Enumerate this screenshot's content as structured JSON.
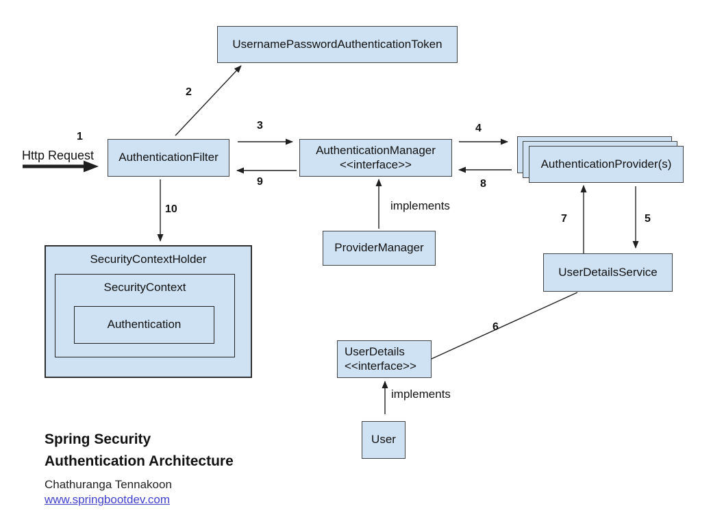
{
  "diagram": {
    "http_request_label": "Http Request",
    "implements_label": "implements",
    "nodes": {
      "token": {
        "label": "UsernamePasswordAuthenticationToken"
      },
      "filter": {
        "label": "AuthenticationFilter"
      },
      "manager": {
        "line1": "AuthenticationManager",
        "line2": "<<interface>>"
      },
      "providers": {
        "label": "AuthenticationProvider(s)"
      },
      "provider_manager": {
        "label": "ProviderManager"
      },
      "user_details_service": {
        "label": "UserDetailsService"
      },
      "user_details": {
        "line1": "UserDetails",
        "line2": "<<interface>>"
      },
      "user": {
        "label": "User"
      },
      "security_context_holder": {
        "label": "SecurityContextHolder"
      },
      "security_context": {
        "label": "SecurityContext"
      },
      "authentication": {
        "label": "Authentication"
      }
    },
    "steps": {
      "s1": "1",
      "s2": "2",
      "s3": "3",
      "s4": "4",
      "s5": "5",
      "s6": "6",
      "s7": "7",
      "s8": "8",
      "s9": "9",
      "s10": "10"
    },
    "footer": {
      "title_line1": "Spring Security",
      "title_line2": "Authentication Architecture",
      "author": "Chathuranga Tennakoon",
      "website": "www.springbootdev.com"
    },
    "colors": {
      "box_fill": "#cfe2f3",
      "box_border": "#404040",
      "arrow_line": "#1f1f1f",
      "link_text": "#4141cc",
      "text": "#111111"
    }
  }
}
